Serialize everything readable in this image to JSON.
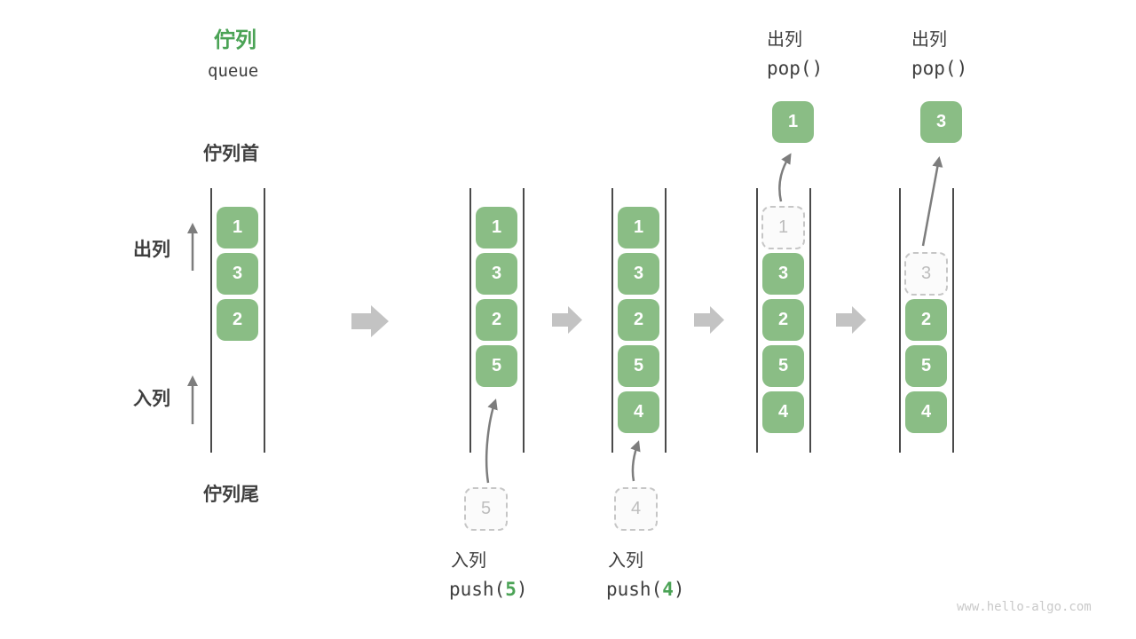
{
  "title": {
    "zh": "佇列",
    "en": "queue"
  },
  "labels": {
    "queue_front": "佇列首",
    "queue_rear": "佇列尾",
    "dequeue": "出列",
    "enqueue": "入列"
  },
  "watermark": "www.hello-algo.com",
  "colors": {
    "box_green": "#8abd85",
    "accent_green": "#4ba356",
    "block_arrow_gray": "#c3c3c3",
    "thin_arrow_gray": "#7d7d7d",
    "ghost_border": "#c6c6c6",
    "ghost_text": "#bdbdbd",
    "text_dark": "#3e3e3e",
    "channel_line": "#4a4a4a"
  },
  "columns": [
    {
      "name": "state-initial",
      "boxes": [
        "1",
        "3",
        "2"
      ]
    },
    {
      "name": "state-after-push-5",
      "boxes": [
        "1",
        "3",
        "2",
        "5"
      ],
      "incoming": "5",
      "op": {
        "label": "入列",
        "fn_open": "push(",
        "arg": "5",
        "fn_close": ")"
      }
    },
    {
      "name": "state-after-push-4",
      "boxes": [
        "1",
        "3",
        "2",
        "5",
        "4"
      ],
      "incoming": "4",
      "op": {
        "label": "入列",
        "fn_open": "push(",
        "arg": "4",
        "fn_close": ")"
      }
    },
    {
      "name": "state-after-pop-1",
      "ghost": "1",
      "boxes": [
        "3",
        "2",
        "5",
        "4"
      ],
      "popped": "1",
      "op": {
        "label": "出列",
        "code": "pop()"
      }
    },
    {
      "name": "state-after-pop-3",
      "ghost": "3",
      "boxes": [
        "2",
        "5",
        "4"
      ],
      "popped": "3",
      "op": {
        "label": "出列",
        "code": "pop()"
      }
    }
  ]
}
